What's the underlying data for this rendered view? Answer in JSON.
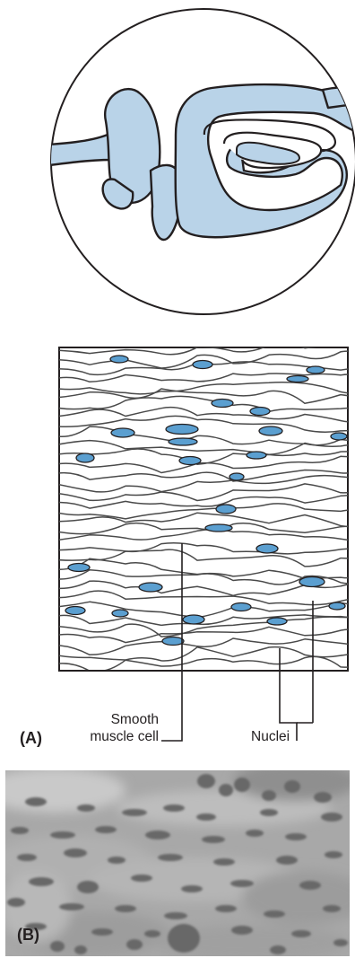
{
  "colors": {
    "tissue_blue": "#b9d3e8",
    "nucleus_blue": "#5b9fd0",
    "outline": "#231f20",
    "micrograph_bg": "#a8a8a8",
    "micrograph_nucleus": "#676767"
  },
  "labels": {
    "smooth": "Smooth",
    "muscle_cell": "muscle cell",
    "nuclei": "Nuclei",
    "panel_a": "(A)",
    "panel_b": "(B)"
  },
  "icons": [
    "organ-overview-drawing",
    "smooth-muscle-tissue-drawing",
    "smooth-muscle-micrograph"
  ]
}
